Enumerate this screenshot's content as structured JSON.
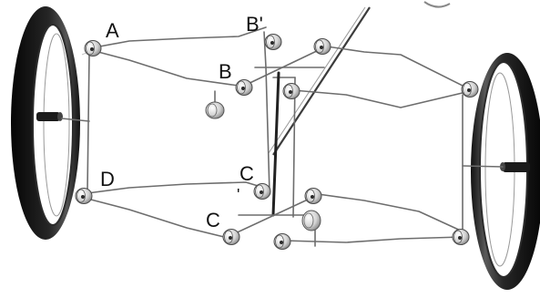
{
  "labels": {
    "a": "A",
    "b_prime": "B'",
    "b": "B",
    "c_upper": "C",
    "c_prime_mark": "'",
    "c_lower": "C",
    "d": "D"
  },
  "colors": {
    "tire": "#151515",
    "frame": "#6d6d6d",
    "pulley_light": "#efefef",
    "pulley_dark": "#7c7c7c"
  },
  "icons": [
    "wheel-icon",
    "pulley-icon",
    "hand-pole-icon"
  ]
}
